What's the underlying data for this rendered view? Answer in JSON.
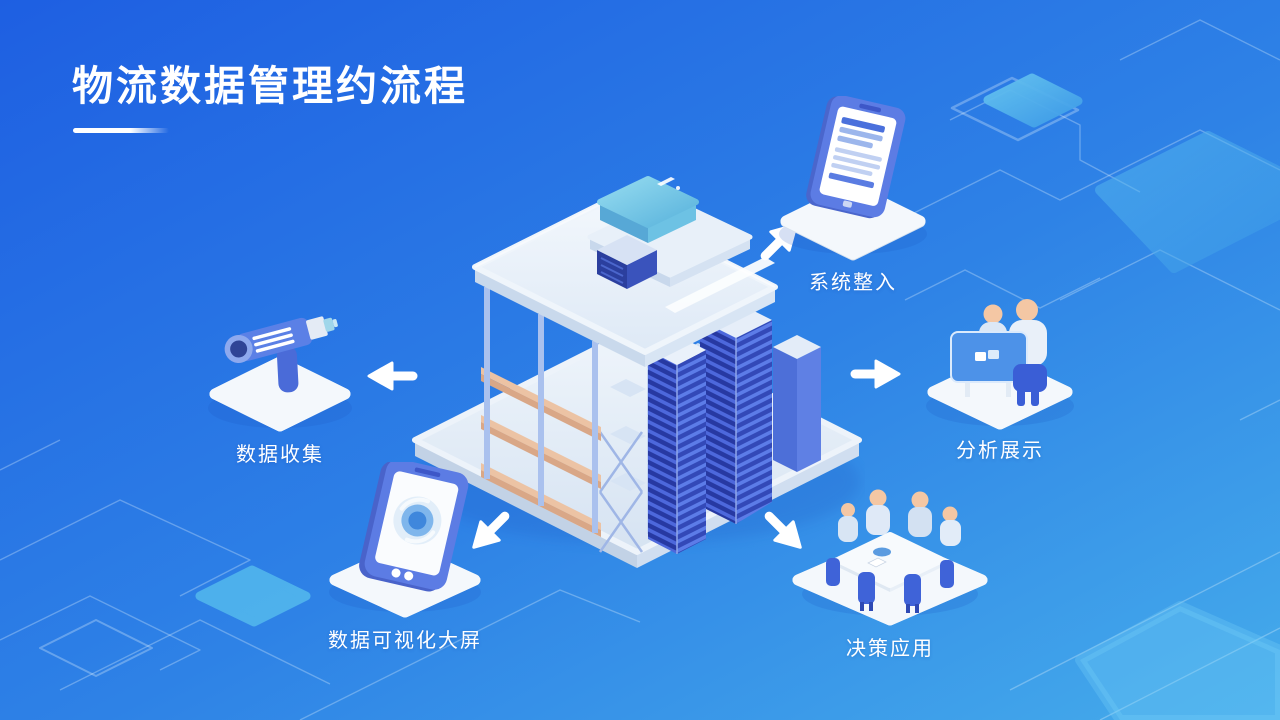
{
  "slide": {
    "title": "物流数据管理约流程",
    "colors": {
      "background_top_left": "#1E5FE2",
      "background_bottom_right": "#45ACEB",
      "text": "#FFFFFF",
      "arrow": "#FFFFFF",
      "platform_white": "#F4F8FC",
      "server_blue": "#3349B8",
      "rack_beam_orange": "#D9A787",
      "teal_box": "#7FCBE6",
      "people_skin": "#F4C7A4",
      "chair_blue": "#3F63D8",
      "circuit_line": "rgba(235,248,255,0.3)"
    },
    "center_illustration": "isometric-warehouse-data-center"
  },
  "nodes": [
    {
      "id": "system-integration",
      "label": "系统整入",
      "icon": "tablet-document-icon",
      "arrow_direction": "up-right"
    },
    {
      "id": "analysis-display",
      "label": "分析展示",
      "icon": "presentation-people-icon",
      "arrow_direction": "right"
    },
    {
      "id": "data-collection",
      "label": "数据收集",
      "icon": "barcode-scanner-icon",
      "arrow_direction": "left"
    },
    {
      "id": "data-visualization",
      "label": "数据可视化大屏",
      "icon": "tablet-dashboard-icon",
      "arrow_direction": "down-left"
    },
    {
      "id": "decision-application",
      "label": "决策应用",
      "icon": "meeting-table-icon",
      "arrow_direction": "down-right"
    }
  ]
}
